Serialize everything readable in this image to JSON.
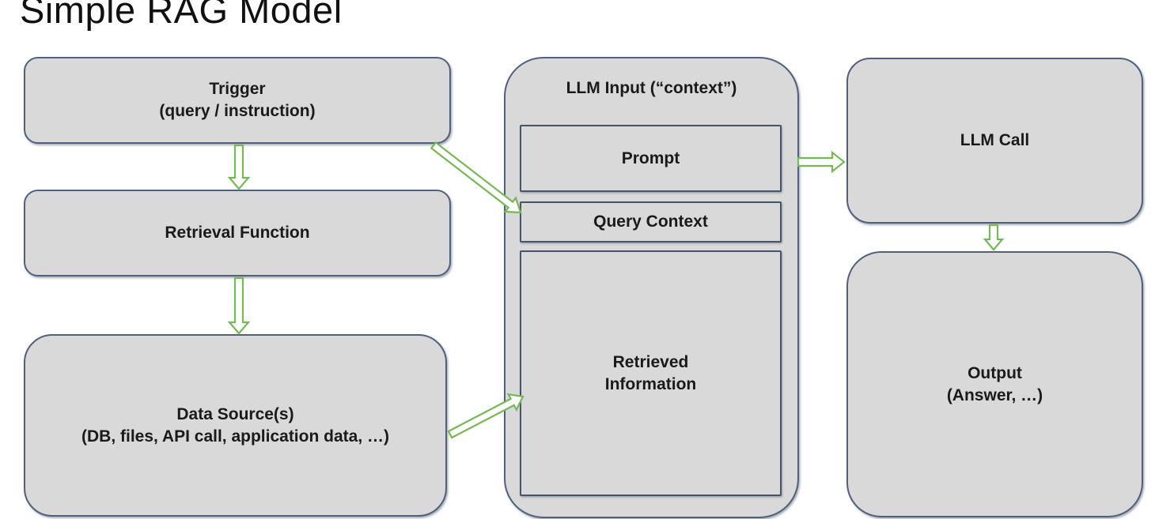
{
  "title": "Simple RAG Model",
  "colors": {
    "background": "#ffffff",
    "box_fill": "#d9d9d9",
    "box_border": "#51607c",
    "inner_border": "#44546a",
    "arrow_green": "#76b858",
    "text": "#1a1a1a"
  },
  "nodes": {
    "trigger": {
      "label": "Trigger",
      "sublabel": "(query / instruction)"
    },
    "retrieval_function": {
      "label": "Retrieval Function"
    },
    "data_sources": {
      "label": "Data Source(s)",
      "sublabel": "(DB, files, API call, application data, …)"
    },
    "llm_input": {
      "label": "LLM Input (“context”)"
    },
    "prompt": {
      "label": "Prompt"
    },
    "query_context": {
      "label": "Query Context"
    },
    "retrieved_information": {
      "label": "Retrieved Information"
    },
    "llm_call": {
      "label": "LLM Call"
    },
    "output": {
      "label": "Output",
      "sublabel": "(Answer, …)"
    }
  },
  "edges": [
    {
      "from": "trigger",
      "to": "retrieval_function"
    },
    {
      "from": "retrieval_function",
      "to": "data_sources"
    },
    {
      "from": "trigger",
      "to": "query_context"
    },
    {
      "from": "data_sources",
      "to": "retrieved_information"
    },
    {
      "from": "llm_input",
      "to": "llm_call"
    },
    {
      "from": "llm_call",
      "to": "output"
    }
  ]
}
